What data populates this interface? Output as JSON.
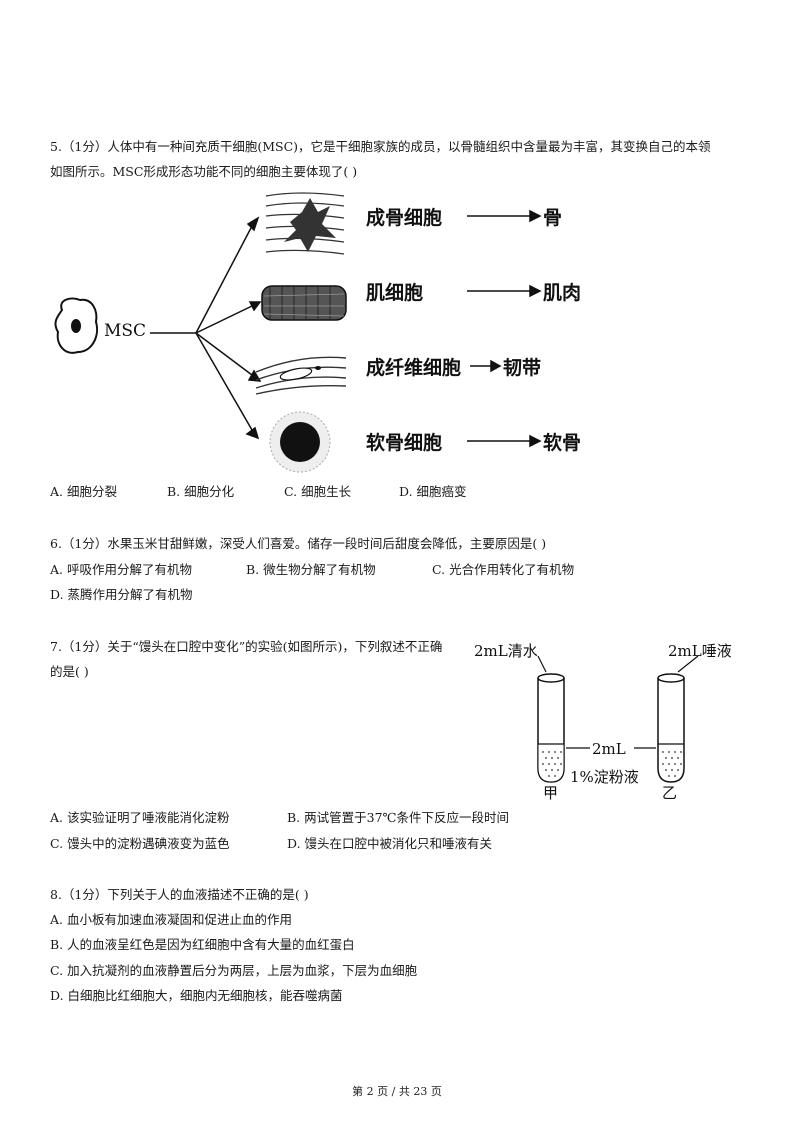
{
  "q5": {
    "line1": "5.（1分）人体中有一种间充质干细胞(MSC)，它是干细胞家族的成员，以骨髓组织中含量最为丰富，其变换自己的本领",
    "line2": "如图所示。MSC形成形态功能不同的细胞主要体现了(    )",
    "figure": {
      "source": "MSC",
      "rows": [
        {
          "cell": "成骨细胞",
          "tissue": "骨"
        },
        {
          "cell": "肌细胞",
          "tissue": "肌肉"
        },
        {
          "cell": "成纤维细胞",
          "tissue": "韧带"
        },
        {
          "cell": "软骨细胞",
          "tissue": "软骨"
        }
      ]
    },
    "options": [
      "A. 细胞分裂",
      "B. 细胞分化",
      "C. 细胞生长",
      "D. 细胞癌变"
    ]
  },
  "q6": {
    "line1": "6.（1分）水果玉米甘甜鲜嫩，深受人们喜爱。储存一段时间后甜度会降低，主要原因是(    )",
    "options": [
      "A. 呼吸作用分解了有机物",
      "B. 微生物分解了有机物",
      "C. 光合作用转化了有机物",
      "D. 蒸腾作用分解了有机物"
    ]
  },
  "q7": {
    "line1": "7.（1分）关于“馒头在口腔中变化”的实验(如图所示)，下列叙述不正确",
    "line2": "的是(    )",
    "figure": {
      "left_top": "2mL清水",
      "right_top": "2mL唾液",
      "middle1": "2mL",
      "middle2": "1%淀粉液",
      "left_tube": "甲",
      "right_tube": "乙"
    },
    "options": [
      "A. 该实验证明了唾液能消化淀粉",
      "B. 两试管置于37℃条件下反应一段时间",
      "C. 馒头中的淀粉遇碘液变为蓝色",
      "D. 馒头在口腔中被消化只和唾液有关"
    ]
  },
  "q8": {
    "line1": "8.（1分）下列关于人的血液描述不正确的是(    )",
    "options": [
      "A. 血小板有加速血液凝固和促进止血的作用",
      "B. 人的血液呈红色是因为红细胞中含有大量的血红蛋白",
      "C. 加入抗凝剂的血液静置后分为两层，上层为血浆，下层为血细胞",
      "D. 白细胞比红细胞大，细胞内无细胞核，能吞噬病菌"
    ]
  },
  "footer": "第 2 页  /  共 23 页"
}
